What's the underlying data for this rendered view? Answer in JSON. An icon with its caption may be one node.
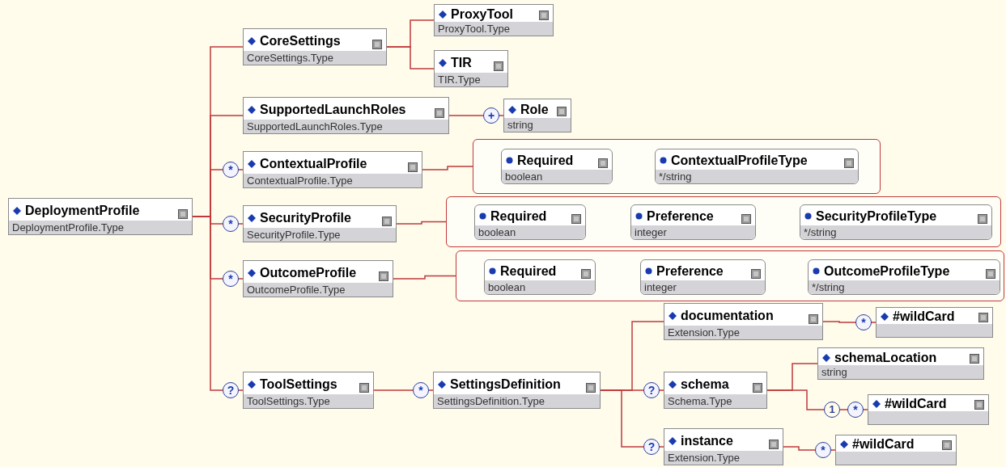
{
  "diagram": {
    "nodes": [
      {
        "text": [
          "DeploymentProfile",
          "DeploymentProfile.Type"
        ]
      },
      {
        "text": [
          "CoreSettings",
          "CoreSettings.Type"
        ]
      },
      {
        "text": [
          "ProxyTool",
          "ProxyTool.Type"
        ]
      },
      {
        "text": [
          "TIR",
          "TIR.Type"
        ]
      },
      {
        "text": [
          "SupportedLaunchRoles",
          "SupportedLaunchRoles.Type"
        ]
      },
      {
        "text": [
          "Role",
          "string"
        ],
        "beside": [
          "+"
        ]
      },
      {
        "text": [
          "ContextualProfile",
          "ContextualProfile.Type"
        ],
        "beside": [
          "*"
        ]
      },
      {
        "text": [],
        "shape": "box"
      },
      {
        "text": [
          "Required",
          "boolean"
        ],
        "in": 7
      },
      {
        "text": [
          "ContextualProfileType",
          "*/string"
        ],
        "in": 7
      },
      {
        "text": [
          "SecurityProfile",
          "SecurityProfile.Type"
        ],
        "beside": [
          "*"
        ]
      },
      {
        "text": [],
        "shape": "box"
      },
      {
        "text": [
          "Required",
          "boolean"
        ],
        "in": 11
      },
      {
        "text": [
          "Preference",
          "integer"
        ],
        "in": 11
      },
      {
        "text": [
          "SecurityProfileType",
          "*/string"
        ],
        "in": 11
      },
      {
        "text": [
          "OutcomeProfile",
          "OutcomeProfile.Type"
        ],
        "beside": [
          "*"
        ]
      },
      {
        "text": [],
        "shape": "box"
      },
      {
        "text": [
          "Required",
          "boolean"
        ],
        "in": 16
      },
      {
        "text": [
          "Preference",
          "integer"
        ],
        "in": 16
      },
      {
        "text": [
          "OutcomeProfileType",
          "*/string"
        ],
        "in": 16
      },
      {
        "text": [
          "ToolSettings",
          "ToolSettings.Type"
        ],
        "beside": [
          "?"
        ]
      },
      {
        "text": [
          "SettingsDefinition",
          "SettingsDefinition.Type"
        ],
        "beside": [
          "*"
        ]
      },
      {
        "text": [
          "documentation",
          "Extension.Type"
        ]
      },
      {
        "text": [
          "#wildCard"
        ],
        "beside": [
          "*"
        ]
      },
      {
        "text": [
          "schema",
          "Schema.Type"
        ],
        "beside": [
          "?"
        ]
      },
      {
        "text": [
          "schemaLocation",
          "string"
        ]
      },
      {
        "text": [
          "#wildCard"
        ],
        "beside": [
          "*"
        ]
      },
      {
        "text": [
          "instance",
          "Extension.Type"
        ],
        "beside": [
          "?"
        ]
      },
      {
        "text": [
          "#wildCard"
        ],
        "beside": [
          "*"
        ]
      }
    ],
    "edges": [
      {
        "from": 0,
        "to": 1,
        "arrow": "none"
      },
      {
        "from": 0,
        "to": 4,
        "arrow": "none"
      },
      {
        "from": 0,
        "to": 6,
        "arrow": "none"
      },
      {
        "from": 0,
        "to": 10,
        "arrow": "none"
      },
      {
        "from": 0,
        "to": 15,
        "arrow": "none"
      },
      {
        "from": 0,
        "to": 20,
        "arrow": "none"
      },
      {
        "from": 1,
        "to": 2,
        "arrow": "none"
      },
      {
        "from": 1,
        "to": 3,
        "arrow": "none"
      },
      {
        "from": 4,
        "to": 5,
        "arrow": "none"
      },
      {
        "from": 6,
        "to": 7,
        "arrow": "none"
      },
      {
        "from": 10,
        "to": 11,
        "arrow": "none"
      },
      {
        "from": 15,
        "to": 16,
        "arrow": "none"
      },
      {
        "from": 20,
        "to": 21,
        "arrow": "none"
      },
      {
        "from": 21,
        "to": 22,
        "arrow": "none"
      },
      {
        "from": 21,
        "to": 24,
        "arrow": "none"
      },
      {
        "from": 21,
        "to": 27,
        "arrow": "none"
      },
      {
        "from": 22,
        "to": 23,
        "arrow": "none"
      },
      {
        "from": 24,
        "to": 25,
        "arrow": "none"
      },
      {
        "from": 24,
        "to": 26,
        "arrow": "none",
        "label": "1"
      },
      {
        "from": 27,
        "to": 28,
        "arrow": "none"
      }
    ]
  }
}
